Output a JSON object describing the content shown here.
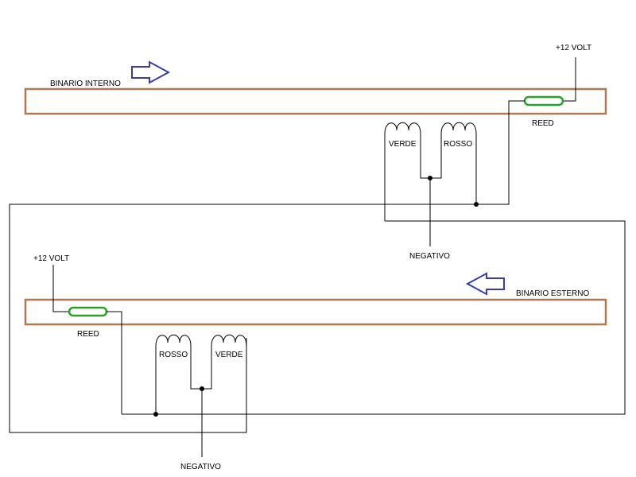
{
  "colors": {
    "background": "#ffffff",
    "rail": "#b07850",
    "reed": "#2aa02a",
    "arrow": "#3a3ab0",
    "wire": "#000000"
  },
  "inner_rail": {
    "label": "BINARIO INTERNO",
    "direction_icon": "arrow-right-icon",
    "reed": {
      "label": "REED",
      "supply_label": "+12 VOLT"
    },
    "coils": {
      "left_label": "VERDE",
      "right_label": "ROSSO",
      "common_label": "NEGATIVO"
    }
  },
  "outer_rail": {
    "label": "BINARIO ESTERNO",
    "direction_icon": "arrow-left-icon",
    "reed": {
      "label": "REED",
      "supply_label": "+12 VOLT"
    },
    "coils": {
      "left_label": "ROSSO",
      "right_label": "VERDE",
      "common_label": "NEGATIVO"
    }
  }
}
